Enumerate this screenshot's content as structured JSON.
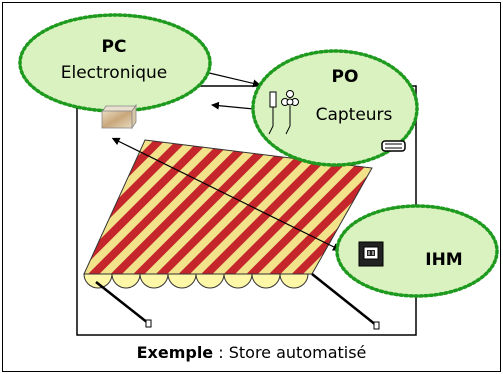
{
  "colors": {
    "bubble_fill": "#d9f2bf",
    "bubble_border": "#1e9a1e",
    "awning_stripe_a": "#c4262b",
    "awning_stripe_b": "#f2e28a",
    "scallop_fill": "#fff7a8"
  },
  "bubbles": {
    "pc": {
      "title": "PC",
      "text": "Electronique"
    },
    "po": {
      "title": "PO",
      "text": "Capteurs"
    },
    "ihm": {
      "text": "IHM"
    }
  },
  "caption": {
    "bold": "Exemple",
    "rest": " : Store automatisé"
  },
  "icons": [
    "electronics-box-icon",
    "sensor-icon",
    "motor-icon",
    "control-panel-icon"
  ]
}
